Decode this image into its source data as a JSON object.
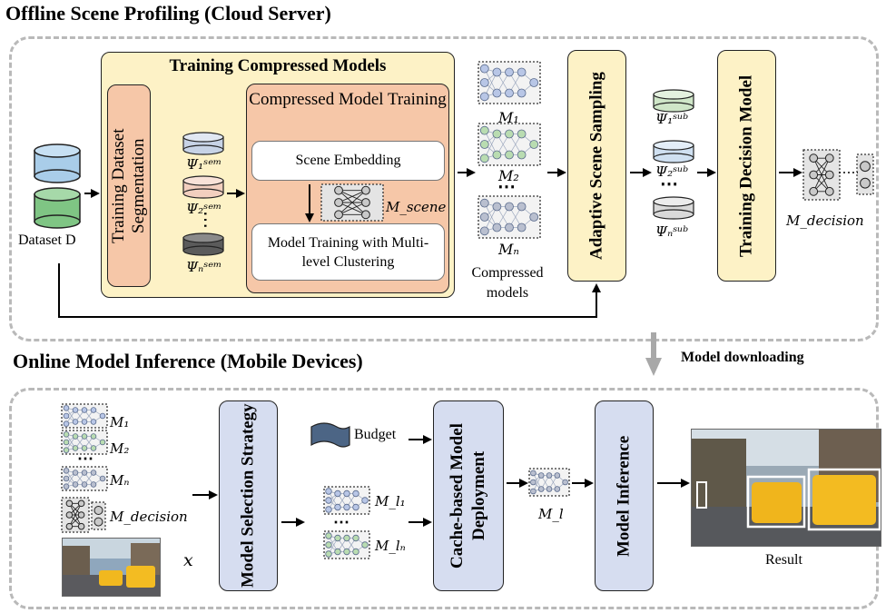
{
  "offline": {
    "title": "Offline Scene Profiling (Cloud Server)",
    "training_compressed_models": "Training Compressed Models",
    "training_dataset_segmentation": "Training Dataset Segmentation",
    "compressed_model_training": "Compressed Model Training",
    "scene_embedding": "Scene Embedding",
    "model_training_clustering": "Model Training with Multi-level Clustering",
    "dataset_label": "Dataset D",
    "psi_sem_1": "Ψ₁ˢᵉᵐ",
    "psi_sem_2": "Ψ₂ˢᵉᵐ",
    "psi_sem_n": "Ψₙˢᵉᵐ",
    "m_scene": "M_scene",
    "m1": "M₁",
    "m2": "M₂",
    "mn": "Mₙ",
    "compressed_models": "Compressed models",
    "adaptive_scene_sampling": "Adaptive Scene Sampling",
    "psi_sub_1": "Ψ₁ˢᵘᵇ",
    "psi_sub_2": "Ψ₂ˢᵘᵇ",
    "psi_sub_n": "Ψₙˢᵘᵇ",
    "training_decision_model": "Training Decision Model",
    "m_decision": "M_decision",
    "dots": "⋯"
  },
  "transition": {
    "model_downloading": "Model downloading"
  },
  "online": {
    "title": "Online Model Inference (Mobile Devices)",
    "m1": "M₁",
    "m2": "M₂",
    "mn": "Mₙ",
    "m_decision": "M_decision",
    "x_label": "x",
    "model_selection_strategy": "Model Selection Strategy",
    "budget": "Budget",
    "m_l1": "M_l₁",
    "m_ln": "M_lₙ",
    "cache_based_deployment": "Cache-based Model Deployment",
    "m_l": "M_l",
    "model_inference": "Model Inference",
    "result": "Result",
    "dots": "⋯"
  },
  "colors": {
    "cyl_blue": "#a9cde9",
    "cyl_green": "#7fc584",
    "cyl_grey": "#5b5b5b",
    "net_blue": "#b8c6e6",
    "net_green": "#b9dcb1",
    "net_grey": "#b9bfcf",
    "dashed_border": "#b9b9b9"
  }
}
